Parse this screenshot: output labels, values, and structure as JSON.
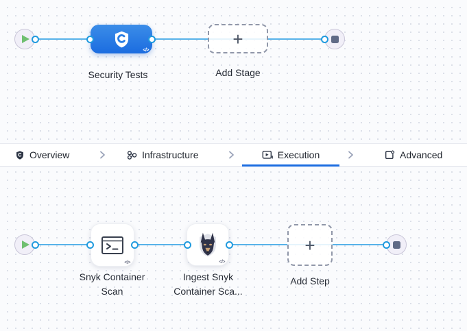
{
  "stage_graph": {
    "stage": {
      "label": "Security Tests",
      "code_badge": "</>"
    },
    "add_stage": {
      "label": "Add Stage",
      "plus": "+"
    }
  },
  "tab_bar": {
    "active_tab": "Execution",
    "tabs": [
      {
        "label": "Overview",
        "icon": "shield-icon"
      },
      {
        "label": "Infrastructure",
        "icon": "nodes-icon"
      },
      {
        "label": "Execution",
        "icon": "play-square-icon"
      },
      {
        "label": "Advanced",
        "icon": "file-gear-icon"
      }
    ]
  },
  "step_graph": {
    "steps": [
      {
        "label": "Snyk Container Scan",
        "icon": "terminal-icon",
        "code_badge": "</>"
      },
      {
        "label": "Ingest Snyk Container Sca...",
        "icon": "snyk-dog-icon",
        "code_badge": "</>"
      }
    ],
    "add_step": {
      "label": "Add Step",
      "plus": "+"
    }
  },
  "icons": {
    "play": "triangle",
    "stop": "square",
    "chevron_separator": "›"
  },
  "colors": {
    "accent_blue": "#1b6ce0",
    "connector_blue": "#57b2e9",
    "play_green": "#6fbf70",
    "stop_slate": "#5f6a86",
    "canvas_bg": "#fafbfd"
  }
}
